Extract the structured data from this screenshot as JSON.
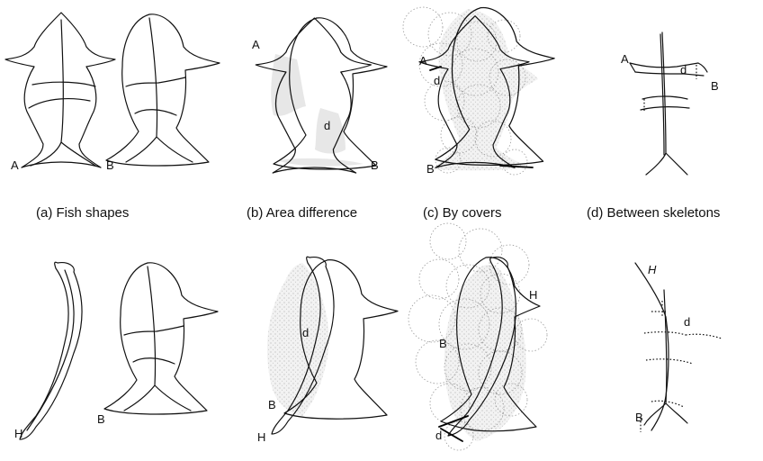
{
  "captions": {
    "a": "(a) Fish shapes",
    "b": "(b) Area difference",
    "c": "(c) By covers",
    "d": "(d) Between skeletons"
  },
  "labels": {
    "A": "A",
    "B": "B",
    "H": "H",
    "d": "d"
  }
}
